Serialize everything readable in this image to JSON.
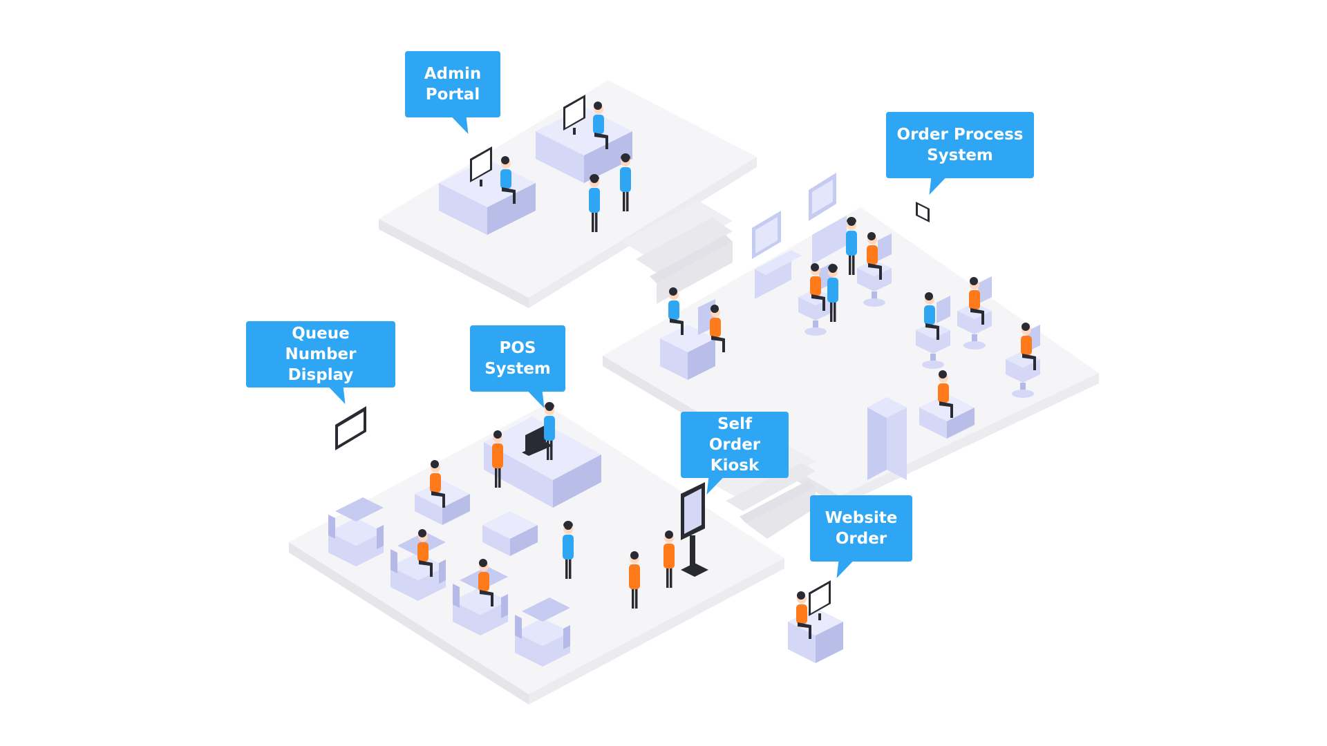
{
  "colors": {
    "callout": "#2ea6f4",
    "floor_top": "#f5f5f7",
    "floor_side": "#e6e6ea",
    "furniture": "#d4d8f6",
    "furniture_dark": "#b4b9e8",
    "staff_shirt": "#2ea6f4",
    "customer_shirt": "#ff7a1a",
    "dark": "#2a2a33",
    "skin": "#ffd7bf"
  },
  "callouts": {
    "admin_portal": "Admin\nPortal",
    "order_process_system": "Order Process\nSystem",
    "queue_number_display": "Queue Number\nDisplay",
    "pos_system": "POS\nSystem",
    "self_order_kiosk": "Self Order\nKiosk",
    "website_order": "Website\nOrder"
  },
  "icons": {
    "queue_display": "display-screen-icon",
    "order_tablet": "tablet-icon",
    "kiosk": "kiosk-icon",
    "desktop": "desktop-computer-icon"
  }
}
